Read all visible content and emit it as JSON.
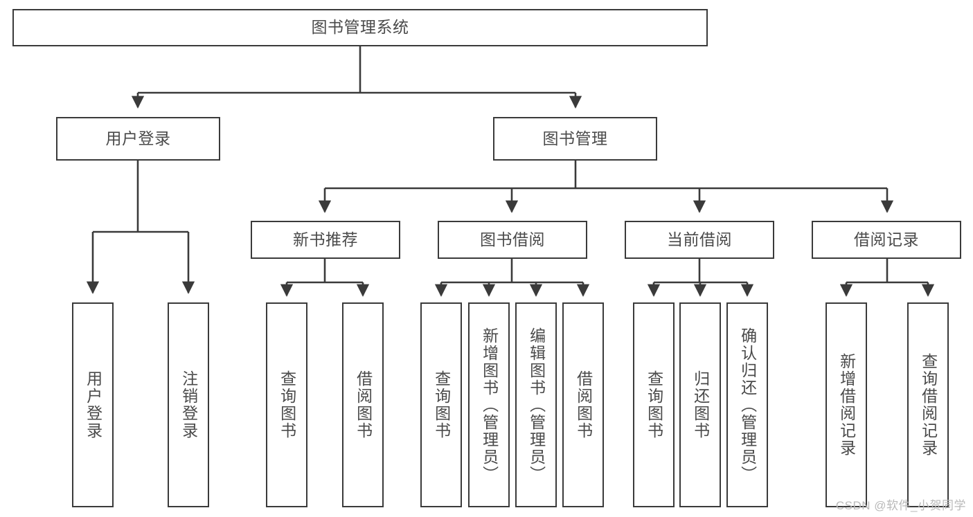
{
  "diagram": {
    "title": "图书管理系统",
    "watermark": "CSDN @软件_小贺同学",
    "stroke_color": "#3a3a3a",
    "text_color": "#4a4a4a",
    "background_color": "#ffffff",
    "nodes": {
      "root": {
        "label": "图书管理系统"
      },
      "level2": [
        {
          "label": "用户登录"
        },
        {
          "label": "图书管理"
        }
      ],
      "level3": [
        {
          "label": "新书推荐"
        },
        {
          "label": "图书借阅"
        },
        {
          "label": "当前借阅"
        },
        {
          "label": "借阅记录"
        }
      ],
      "leaves": {
        "user_login": [
          {
            "label": "用户登录"
          },
          {
            "label": "注销登录"
          }
        ],
        "new_book": [
          {
            "label": "查询图书"
          },
          {
            "label": "借阅图书"
          }
        ],
        "book_borrow": [
          {
            "label": "查询图书"
          },
          {
            "label": "新增图书（管理员）"
          },
          {
            "label": "编辑图书（管理员）"
          },
          {
            "label": "借阅图书"
          }
        ],
        "current_borrow": [
          {
            "label": "查询图书"
          },
          {
            "label": "归还图书"
          },
          {
            "label": "确认归还（管理员）"
          }
        ],
        "borrow_record": [
          {
            "label": "新增借阅记录"
          },
          {
            "label": "查询借阅记录"
          }
        ]
      }
    }
  }
}
